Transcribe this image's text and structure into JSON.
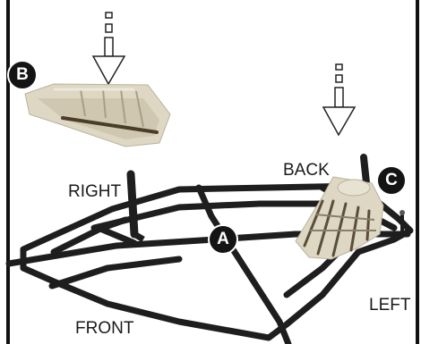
{
  "labels": {
    "right": "RIGHT",
    "back": "BACK",
    "front": "FRONT",
    "left": "LEFT"
  },
  "callouts": {
    "a": "A",
    "b": "B",
    "c": "C"
  },
  "colors": {
    "frame": "#1e1e1e",
    "foot_piece": "#dcd6c2",
    "callout_bg": "#141414",
    "border": "#111111"
  },
  "icons": [
    "down-arrow-icon",
    "down-arrow-icon"
  ]
}
